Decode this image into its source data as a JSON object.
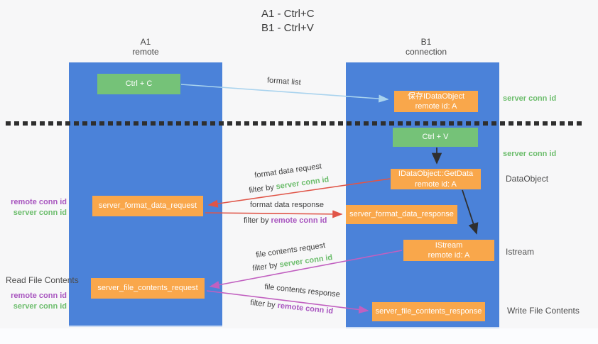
{
  "title": {
    "line1": "A1 - Ctrl+C",
    "line2": "B1 - Ctrl+V"
  },
  "lanes": {
    "a1": {
      "name": "A1",
      "role": "remote"
    },
    "b1": {
      "name": "B1",
      "role": "connection"
    }
  },
  "nodes": {
    "ctrl_c": "Ctrl + C",
    "ctrl_v": "Ctrl + V",
    "save_dataobject": {
      "line1": "保存IDataObject",
      "line2": "remote id: A"
    },
    "getdata": {
      "line1": "IDataObject::GetData",
      "line2": "remote id: A"
    },
    "istream": {
      "line1": "IStream",
      "line2": "remote id: A"
    },
    "format_request": "server_format_data_request",
    "format_response": "server_format_data_response",
    "file_request": "server_file_contents_request",
    "file_response": "server_file_contents_response"
  },
  "edge_labels": {
    "format_list": "format list",
    "format_data_request": "format data request",
    "format_data_response": "format data response",
    "file_contents_request": "file contents request",
    "file_contents_response": "file contents response",
    "filter_by": "filter by",
    "server_conn_id": "server conn id",
    "remote_conn_id": "remote conn id"
  },
  "side_labels": {
    "server_conn_id": "server conn id",
    "remote_conn_id": "remote conn id",
    "dataobject": "DataObject",
    "istream": "Istream",
    "read_file_contents": "Read File Contents",
    "write_file_contents": "Write File Contents"
  },
  "colors": {
    "lane_blue": "#4b82d9",
    "node_green": "#75c278",
    "node_orange": "#f9a74b",
    "arrow_red": "#e05548",
    "arrow_magenta": "#c160c0",
    "arrow_lightblue": "#a9d3ee",
    "arrow_black": "#2f2f2f",
    "label_green": "#6cbd6c",
    "label_purple": "#a855bf",
    "background": "#f7f7f8"
  }
}
